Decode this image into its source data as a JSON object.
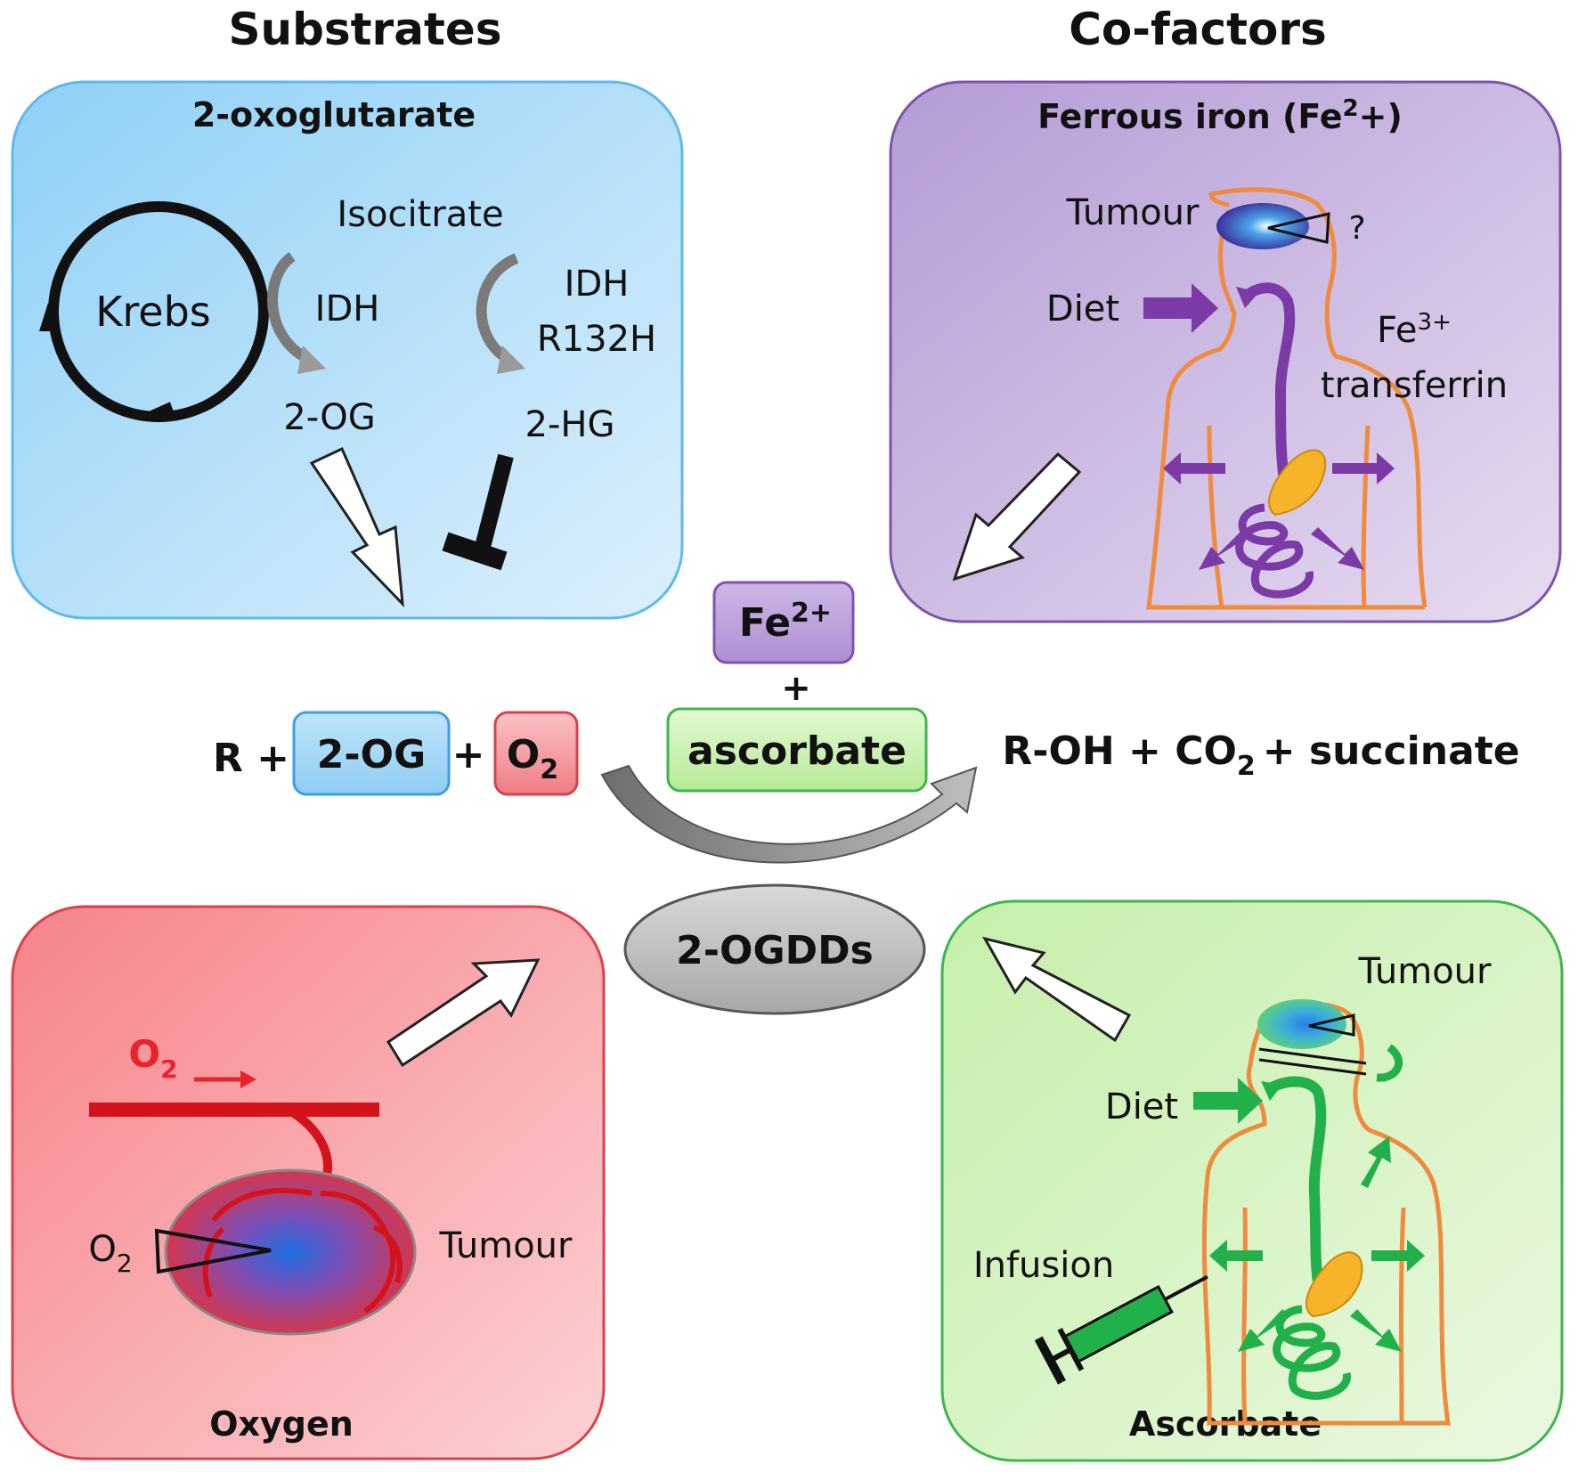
{
  "headings": {
    "substrates": "Substrates",
    "cofactors": "Co-factors"
  },
  "panel_2og": {
    "title": "2-oxoglutarate",
    "krebs": "Krebs",
    "isocitrate": "Isocitrate",
    "idh": "IDH",
    "idh_mut_line1": "IDH",
    "idh_mut_line2": "R132H",
    "og": "2-OG",
    "hg": "2-HG"
  },
  "panel_iron": {
    "title_pre": "Ferrous iron (Fe",
    "title_sup": "2",
    "title_post": "+)",
    "tumour": "Tumour",
    "question": "?",
    "diet": "Diet",
    "fe3_base": "Fe",
    "fe3_sup": "3+",
    "transferrin": "transferrin"
  },
  "panel_oxygen": {
    "title": "Oxygen",
    "o2_in_base": "O",
    "o2_in_sub": "2",
    "o2_tumour_base": "O",
    "o2_tumour_sub": "2",
    "tumour": "Tumour"
  },
  "panel_ascorbate": {
    "title": "Ascorbate",
    "tumour": "Tumour",
    "diet": "Diet",
    "infusion": "Infusion"
  },
  "reaction": {
    "r_plus": "R +",
    "og_box": "2-OG",
    "plus1": "+",
    "o2_base": "O",
    "o2_sub": "2",
    "fe_box_base": "Fe",
    "fe_box_sup": "2+",
    "plus2": "+",
    "ascorbate_box": "ascorbate",
    "prod_rh": "R-OH + CO",
    "prod_sub": "2",
    "prod_tail": "+  succinate",
    "enzyme": "2-OGDDs"
  },
  "colors": {
    "blue_panel": "#a9d8f7",
    "purple_panel": "#c8b3de",
    "red_panel": "#f7a3a8",
    "green_panel": "#d2f2bf",
    "orange_body": "#f08a3c",
    "purple_gut": "#7b3aa6",
    "green_gut": "#22b04b",
    "stomach": "#f6b42a"
  }
}
